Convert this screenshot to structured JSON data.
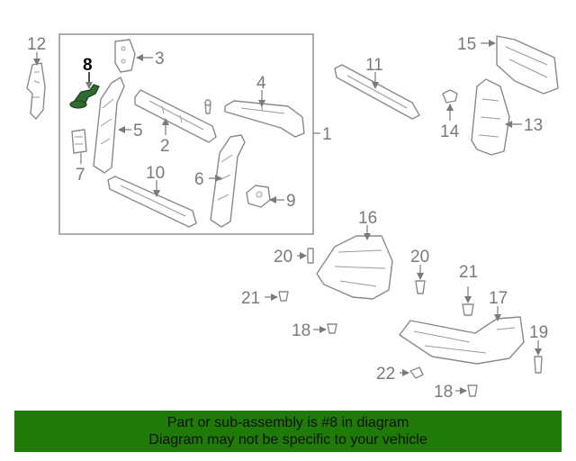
{
  "highlight_color": "#2f6b2f",
  "banner_color": "#1f7a07",
  "banner": {
    "line1": "Part or sub-assembly is #8 in diagram",
    "line2": "Diagram may not be specific to your vehicle"
  },
  "callouts": {
    "c1": "1",
    "c2": "2",
    "c3": "3",
    "c4": "4",
    "c5": "5",
    "c6": "6",
    "c7": "7",
    "c8": "8",
    "c9": "9",
    "c10": "10",
    "c11": "11",
    "c12": "12",
    "c13": "13",
    "c14": "14",
    "c15": "15",
    "c16": "16",
    "c17": "17",
    "c18a": "18",
    "c18b": "18",
    "c19": "19",
    "c20a": "20",
    "c20b": "20",
    "c21a": "21",
    "c21b": "21",
    "c22": "22"
  }
}
